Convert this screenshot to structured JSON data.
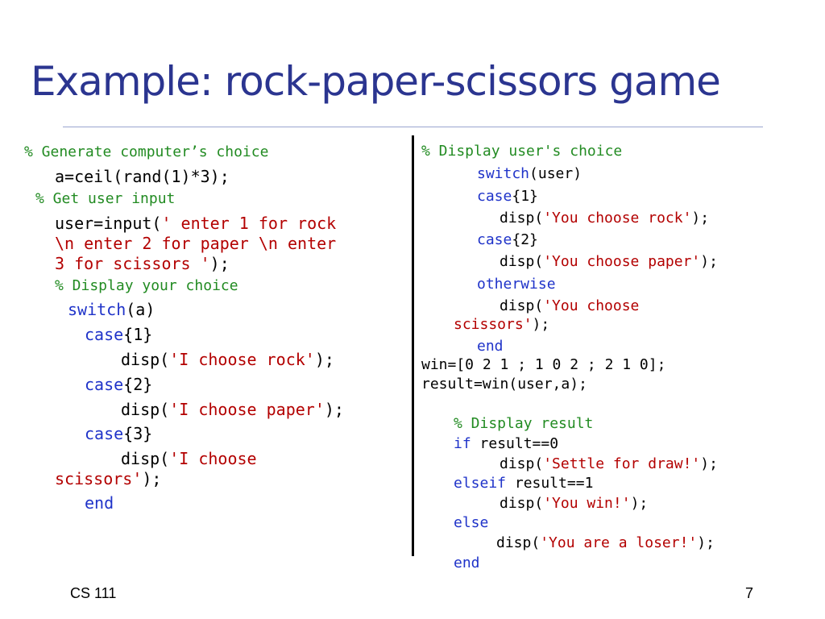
{
  "slide": {
    "title": "Example: rock-paper-scissors game",
    "footer_left": "CS 111",
    "page_number": "7"
  },
  "left_code": {
    "l1": "% Generate computer’s choice",
    "l2": "a=ceil(rand(1)*3);",
    "l3": "% Get user input",
    "l4a": "user=input(",
    "l4b": "' enter 1 for rock",
    "l5": "\\n enter 2 for paper \\n enter",
    "l6a": "3 for scissors '",
    "l6b": ");",
    "l7": "% Display your choice",
    "l8a": "switch",
    "l8b": "(a)",
    "l9a": "case",
    "l9b": "{1}",
    "l10a": "disp(",
    "l10b": "'I choose rock'",
    "l10c": ");",
    "l11a": "case",
    "l11b": "{2}",
    "l12a": "disp(",
    "l12b": "'I choose paper'",
    "l12c": ");",
    "l13a": "case",
    "l13b": "{3}",
    "l14a": "disp(",
    "l14b": "'I choose",
    "l15a": "scissors'",
    "l15b": ");",
    "l16": "end"
  },
  "right_code": {
    "r1": "% Display user's choice",
    "r2a": "switch",
    "r2b": "(user)",
    "r3a": "case",
    "r3b": "{1}",
    "r4a": "disp(",
    "r4b": "'You choose rock'",
    "r4c": ");",
    "r5a": "case",
    "r5b": "{2}",
    "r6a": "disp(",
    "r6b": "'You choose paper'",
    "r6c": ");",
    "r7": "otherwise",
    "r8a": "disp(",
    "r8b": "'You choose",
    "r9a": "scissors'",
    "r9b": ");",
    "r10": "end",
    "r11": "win=[0 2 1 ; 1 0 2 ; 2 1 0];",
    "r12": "result=win(user,a);",
    "r13": "% Display result",
    "r14a": "if",
    "r14b": " result==0",
    "r15a": "disp(",
    "r15b": "'Settle for draw!'",
    "r15c": ");",
    "r16a": "elseif",
    "r16b": " result==1",
    "r17a": "disp(",
    "r17b": "'You win!'",
    "r17c": ");",
    "r18": "else",
    "r19a": "disp(",
    "r19b": "'You are a loser!'",
    "r19c": ");",
    "r20": "end"
  }
}
